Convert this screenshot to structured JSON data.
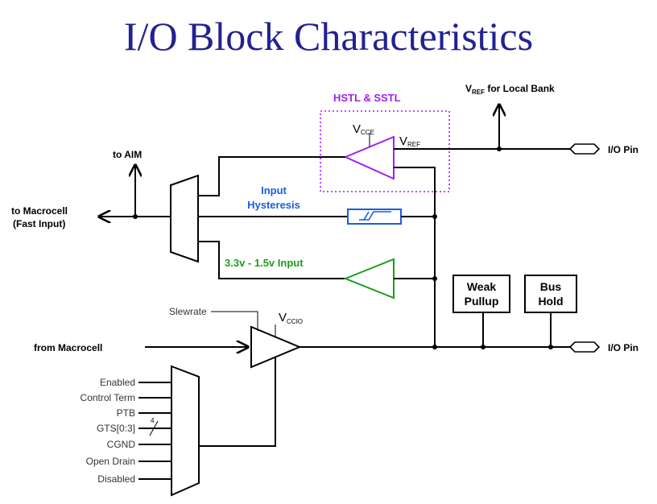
{
  "title": "I/O Block Characteristics",
  "labels": {
    "to_aim": "to AIM",
    "to_macrocell_line1": "to Macrocell",
    "to_macrocell_line2": "(Fast Input)",
    "from_macrocell": "from Macrocell",
    "io_pin_top": "I/O Pin",
    "io_pin_bottom": "I/O Pin",
    "vref_local_main": "V",
    "vref_local_sub": "REF",
    "vref_local_rest": " for Local Bank",
    "hstl_sstl": "HSTL & SSTL",
    "vcce_main": "V",
    "vcce_sub": "CCE",
    "vref_main": "V",
    "vref_sub": "REF",
    "input_hysteresis_line1": "Input",
    "input_hysteresis_line2": "Hysteresis",
    "input_33_15": "3.3v - 1.5v Input",
    "weak_pullup_line1": "Weak",
    "weak_pullup_line2": "Pullup",
    "bus_hold_line1": "Bus",
    "bus_hold_line2": "Hold",
    "slewrate": "Slewrate",
    "vccio_main": "V",
    "vccio_sub": "CCIO",
    "bus_width": "4"
  },
  "oe_mux_inputs": [
    "Enabled",
    "Control Term",
    "PTB",
    "GTS[0:3]",
    "CGND",
    "Open Drain",
    "Disabled"
  ],
  "colors": {
    "title": "#22228f",
    "hstl": "#a020f0",
    "hysteresis": "#1a5ce0",
    "lvcmos_input": "#1c9c1c",
    "wire": "#000000"
  }
}
